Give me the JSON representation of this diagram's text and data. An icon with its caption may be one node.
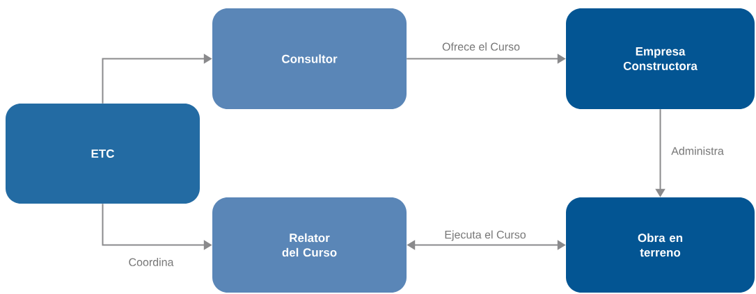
{
  "diagram": {
    "nodes": [
      {
        "text": [
          "ETC"
        ]
      },
      {
        "text": [
          "Consultor"
        ]
      },
      {
        "text": [
          "Empresa Constructora"
        ]
      },
      {
        "text": [
          "Relator del Curso"
        ]
      },
      {
        "text": [
          "Obra en terreno"
        ]
      }
    ],
    "edges": [
      {
        "from": 0,
        "to": 1,
        "arrow": "to"
      },
      {
        "from": 0,
        "to": 3,
        "arrow": "to",
        "label": "Coordina"
      },
      {
        "from": 1,
        "to": 2,
        "arrow": "to",
        "label": "Ofrece el Curso"
      },
      {
        "from": 2,
        "to": 4,
        "arrow": "to",
        "label": "Administra"
      },
      {
        "from": 3,
        "to": 4,
        "arrow": "both",
        "label": "Ejecuta el Curso"
      }
    ]
  }
}
